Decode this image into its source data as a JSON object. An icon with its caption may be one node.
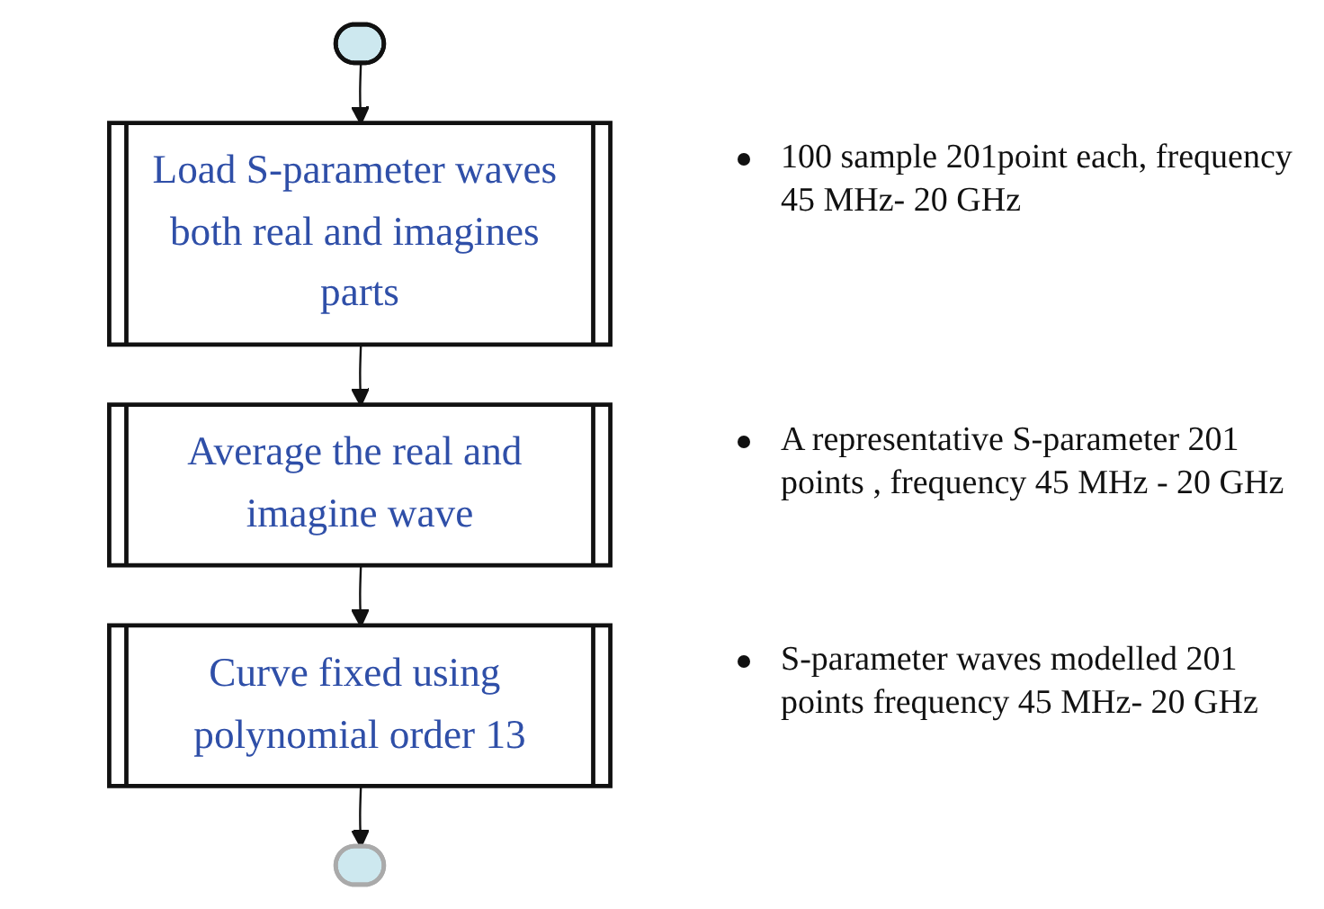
{
  "diagram": {
    "nodes": [
      {
        "text": [],
        "shape": "capsule"
      },
      {
        "text": [
          "Load S-parameter waves both real and imagines parts"
        ]
      },
      {
        "text": [
          "Average the real and imagine wave"
        ]
      },
      {
        "text": [
          "Curve fixed using polynomial order 13"
        ]
      },
      {
        "text": [],
        "shape": "capsule"
      }
    ],
    "edges": [
      {
        "from": 0,
        "to": 1,
        "arrow": "to"
      },
      {
        "from": 1,
        "to": 2,
        "arrow": "to"
      },
      {
        "from": 2,
        "to": 3,
        "arrow": "to"
      },
      {
        "from": 3,
        "to": 4,
        "arrow": "to"
      }
    ],
    "labels": [
      "100 sample 201point each, frequency 45 MHz- 20 GHz",
      "A representative S-parameter 201 points , frequency 45 MHz - 20 GHz",
      "S-parameter waves modelled 201 points frequency 45 MHz- 20 GHz"
    ]
  }
}
